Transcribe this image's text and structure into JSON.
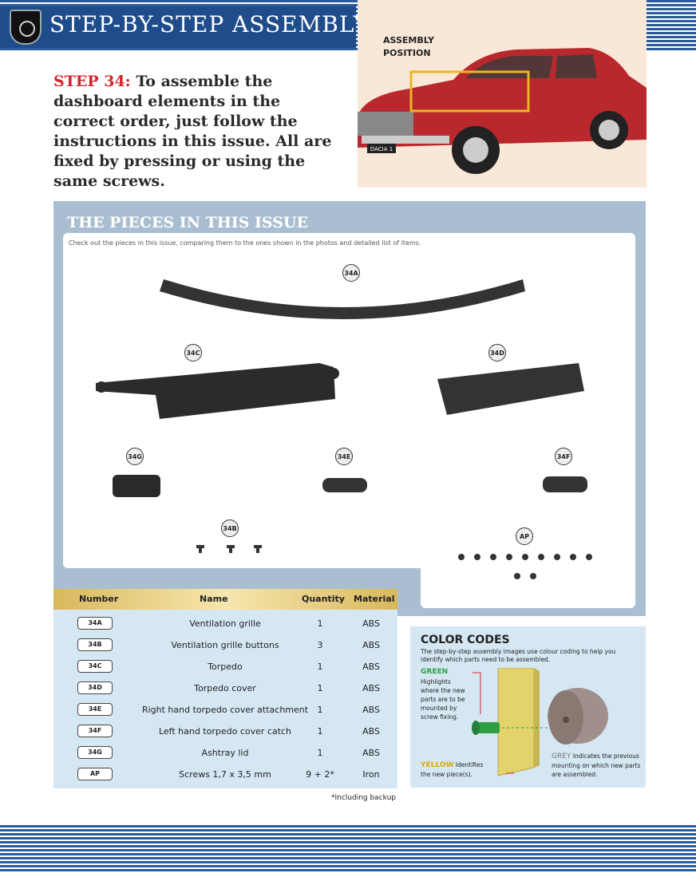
{
  "header": {
    "title": "STEP-BY-STEP ASSEMBLY"
  },
  "assembly_position": {
    "line1": "ASSEMBLY",
    "line2": "POSITION"
  },
  "car_badge": "DACIA 1",
  "intro": {
    "step": "STEP 34:",
    "text": "To assemble the dashboard elements in the correct order, just follow the instructions in this issue. All are fixed by pressing or using the same screws."
  },
  "pieces": {
    "title": "THE PIECES IN THIS ISSUE",
    "subtitle": "Check out the pieces in this issue, comparing them to the ones shown in the photos and detailed list of items.",
    "badges": [
      "34A",
      "34C",
      "34D",
      "34G",
      "34E",
      "34F",
      "34B",
      "AP"
    ]
  },
  "table": {
    "headers": {
      "number": "Number",
      "name": "Name",
      "quantity": "Quantity",
      "material": "Material"
    },
    "rows": [
      {
        "number": "34A",
        "name": "Ventilation grille",
        "quantity": "1",
        "material": "ABS"
      },
      {
        "number": "34B",
        "name": "Ventilation grille buttons",
        "quantity": "3",
        "material": "ABS"
      },
      {
        "number": "34C",
        "name": "Torpedo",
        "quantity": "1",
        "material": "ABS"
      },
      {
        "number": "34D",
        "name": "Torpedo cover",
        "quantity": "1",
        "material": "ABS"
      },
      {
        "number": "34E",
        "name": "Right hand torpedo cover attachment",
        "quantity": "1",
        "material": "ABS"
      },
      {
        "number": "34F",
        "name": "Left hand torpedo cover catch",
        "quantity": "1",
        "material": "ABS"
      },
      {
        "number": "34G",
        "name": "Ashtray lid",
        "quantity": "1",
        "material": "ABS"
      },
      {
        "number": "AP",
        "name": "Screws 1,7 x 3,5 mm",
        "quantity": "9 + 2*",
        "material": "Iron"
      }
    ],
    "footnote": "*Including backup"
  },
  "color_codes": {
    "title": "COLOR CODES",
    "description": "The step-by-step assembly images use colour coding to help you identify which parts need to be assembled.",
    "green_label": "GREEN",
    "green_text": "Highlights where the new parts are to be mounted by screw fixing.",
    "yellow_label": "YELLOW",
    "yellow_text": "Identifies the new piece(s).",
    "grey_label": "GREY",
    "grey_text": "Indicates the previous mounting on which new parts are assembled.",
    "colors": {
      "green": "#2ea043",
      "yellow": "#e0a800",
      "grey": "#a08f8a"
    }
  },
  "theme": {
    "blue": "#1f4d8c",
    "red": "#d1262b",
    "panel": "#a9bfd1"
  }
}
